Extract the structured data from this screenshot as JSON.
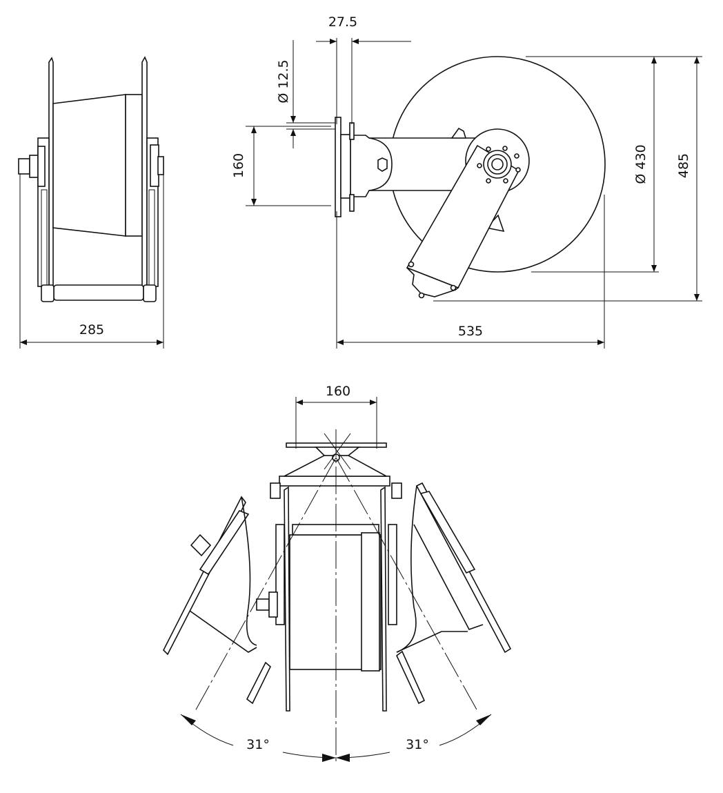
{
  "drawing": {
    "side_view": {
      "width_label": "285"
    },
    "front_view": {
      "bolt_offset_label": "27.5",
      "hole_diameter_label": "Ø 12.5",
      "bracket_height_label": "160",
      "drum_diameter_label": "Ø 430",
      "overall_height_label": "485",
      "overall_length_label": "535"
    },
    "top_view": {
      "bracket_width_label": "160",
      "swivel_left_label": "31°",
      "swivel_right_label": "31°"
    }
  }
}
